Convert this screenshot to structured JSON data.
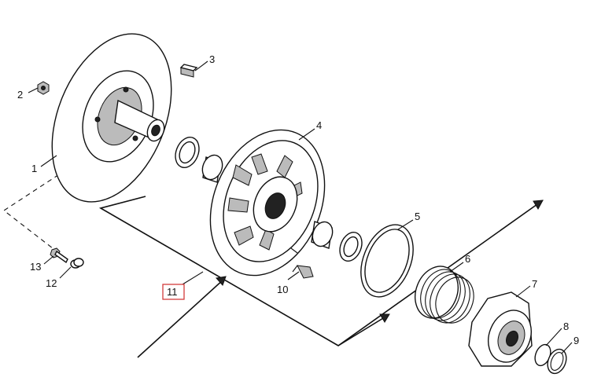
{
  "callouts": [
    {
      "id": "1",
      "text": "1"
    },
    {
      "id": "2",
      "text": "2"
    },
    {
      "id": "3",
      "text": "3"
    },
    {
      "id": "4",
      "text": "4"
    },
    {
      "id": "5",
      "text": "5"
    },
    {
      "id": "6",
      "text": "6"
    },
    {
      "id": "7",
      "text": "7"
    },
    {
      "id": "8",
      "text": "8"
    },
    {
      "id": "9",
      "text": "9"
    },
    {
      "id": "10",
      "text": "10"
    },
    {
      "id": "11",
      "text": "11"
    },
    {
      "id": "12",
      "text": "12"
    },
    {
      "id": "13",
      "text": "13"
    }
  ],
  "highlighted_callout": "11",
  "colors": {
    "highlight": "#d23c3c",
    "ink": "#111111"
  }
}
